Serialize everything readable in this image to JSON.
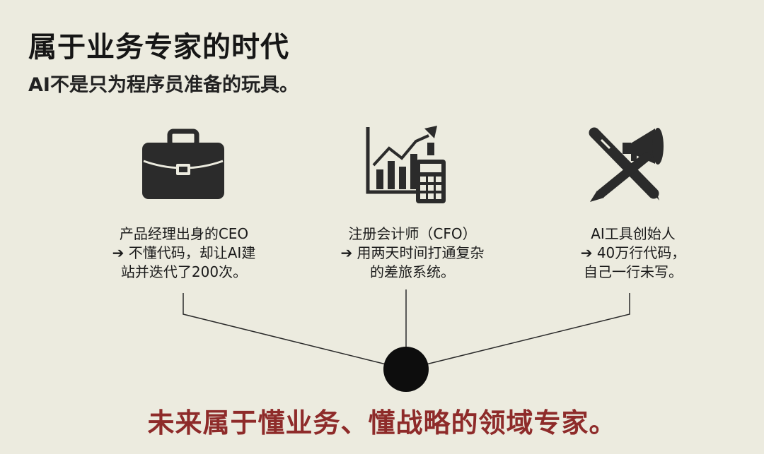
{
  "title": "属于业务专家的时代",
  "subtitle": "AI不是只为程序员准备的玩具。",
  "items": [
    {
      "icon": "briefcase-icon",
      "lines": [
        "产品经理出身的CEO",
        "➔ 不懂代码，却让AI建",
        "站并迭代了200次。"
      ]
    },
    {
      "icon": "chart-calculator-icon",
      "lines": [
        "注册会计师（CFO）",
        "➔ 用两天时间打通复杂",
        "的差旅系统。"
      ]
    },
    {
      "icon": "pen-megaphone-icon",
      "lines": [
        "AI工具创始人",
        "➔ 40万行代码，",
        "自己一行未写。"
      ]
    }
  ],
  "conclusion": "未来属于懂业务、懂战略的领域专家。",
  "colors": {
    "background": "#ecebdf",
    "accent": "#8e2b2a",
    "icon": "#2b2b2b"
  }
}
